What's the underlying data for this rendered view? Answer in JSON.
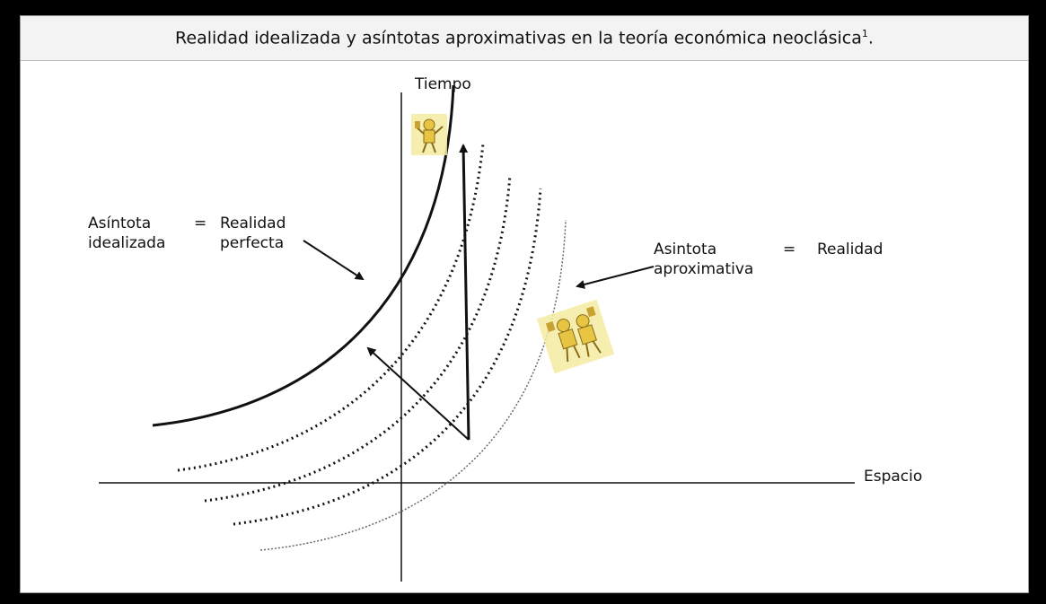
{
  "title": {
    "text": "Realidad idealizada y asíntotas aproximativas en la teoría económica neoclásica",
    "footnote_mark": "1",
    "end_punct": "."
  },
  "axes": {
    "y_label": "Tiempo",
    "x_label": "Espacio"
  },
  "left_label": {
    "line1_a": "Asíntota",
    "line1_eq": "=",
    "line1_b": "Realidad",
    "line2_a": "idealizada",
    "line2_b": "perfecta"
  },
  "right_label": {
    "line1_a": "Asintota",
    "line1_eq": "=",
    "line1_b": "Realidad",
    "line2_a": "aproximativa"
  },
  "colors": {
    "ink": "#111111",
    "figure_yellow": "#e8c443",
    "figure_bg": "#f4eba0"
  },
  "icons": [
    "cartoon-figure-top",
    "cartoon-figure-right"
  ]
}
